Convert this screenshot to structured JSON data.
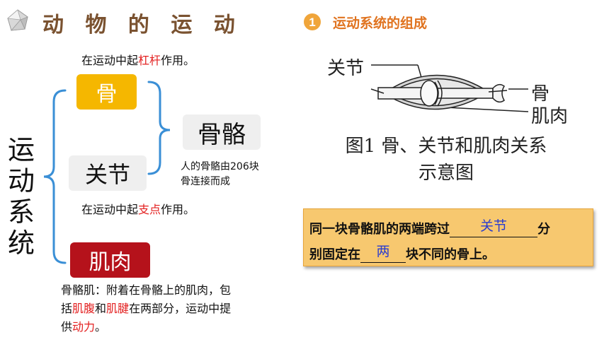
{
  "header": {
    "title": "动 物 的 运 动",
    "section_number": "1",
    "section_title": "运动系统的组成"
  },
  "left": {
    "vertical_label": [
      "运",
      "动",
      "系",
      "统"
    ],
    "gu_note_prefix": "在运动中起",
    "gu_note_red": "杠杆",
    "gu_note_suffix": "作用。",
    "gu_label": "骨",
    "guge_label": "骨骼",
    "guge_note_line1": "人的骨骼由206块",
    "guge_note_line2": "骨连接而成",
    "guanjie_label": "关节",
    "guanjie_note_prefix": "在运动中起",
    "guanjie_note_red": "支点",
    "guanjie_note_suffix": "作用。",
    "jirou_label": "肌肉",
    "jirou_desc": {
      "p1": "骨骼肌：附着在骨骼上的肌肉，包",
      "p2": "括",
      "r1": "肌腹",
      "p3": "和",
      "r2": "肌腱",
      "p4": "在两部分，运动中提",
      "p5": "供",
      "r3": "动力",
      "p6": "。"
    }
  },
  "figure": {
    "label_guanjie": "关节",
    "label_gu": "骨",
    "label_jirou": "肌肉",
    "caption_line1": "图1 骨、关节和肌肉关系",
    "caption_line2": "示意图"
  },
  "exercise": {
    "line1_prefix": "同一块骨骼肌的两端跨过",
    "answer1": "关节",
    "line1_suffix": "分",
    "line2_prefix": "别固定在",
    "answer2": "两",
    "line2_suffix": "块不同的骨上。"
  },
  "colors": {
    "title": "#7a5230",
    "accent_orange": "#e0731f",
    "gu_box": "#f5b700",
    "jirou_box": "#b5121b",
    "bracket": "#3a8fd6",
    "answer": "#2a3ccf",
    "fill_box": "#f7c86f"
  }
}
